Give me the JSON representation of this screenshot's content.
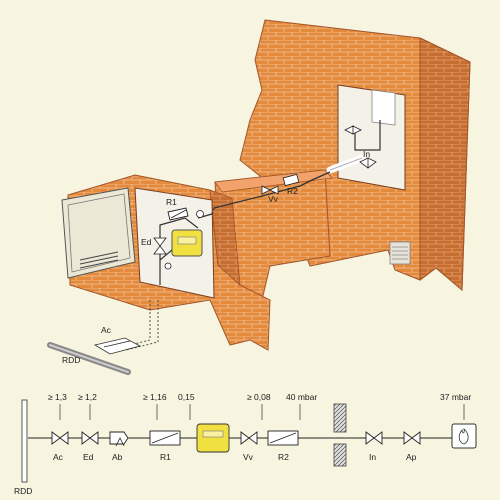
{
  "illustration": {
    "labels": {
      "r1": "R1",
      "ed": "Ed",
      "vv": "Vv",
      "r2": "R2",
      "in": "In",
      "ac": "Ac",
      "rdd": "RDD"
    }
  },
  "schematic": {
    "rdd_label": "RDD",
    "components": [
      {
        "id": "ac",
        "label": "Ac",
        "pressure": "≥ 1,3"
      },
      {
        "id": "ed",
        "label": "Ed",
        "pressure": "≥ 1,2"
      },
      {
        "id": "ab",
        "label": "Ab",
        "pressure": ""
      },
      {
        "id": "r1",
        "label": "R1",
        "pressure": "≥ 1,16"
      },
      {
        "id": "meter",
        "label": "",
        "pressure": "0,15"
      },
      {
        "id": "vv",
        "label": "Vv",
        "pressure": ""
      },
      {
        "id": "r2",
        "label": "R2",
        "pressure": "≥ 0,08"
      },
      {
        "id": "r2out",
        "label": "",
        "pressure": "40 mbar"
      },
      {
        "id": "in",
        "label": "In",
        "pressure": ""
      },
      {
        "id": "ap",
        "label": "Ap",
        "pressure": ""
      },
      {
        "id": "burner",
        "label": "",
        "pressure": "37 mbar"
      }
    ]
  },
  "colors": {
    "background": "#f7f5e0",
    "brick": "#e38a3c",
    "brick_dark": "#b3602a",
    "mortar": "#f3c49a",
    "meter": "#f0e040",
    "cabinet": "#ece8d6"
  }
}
